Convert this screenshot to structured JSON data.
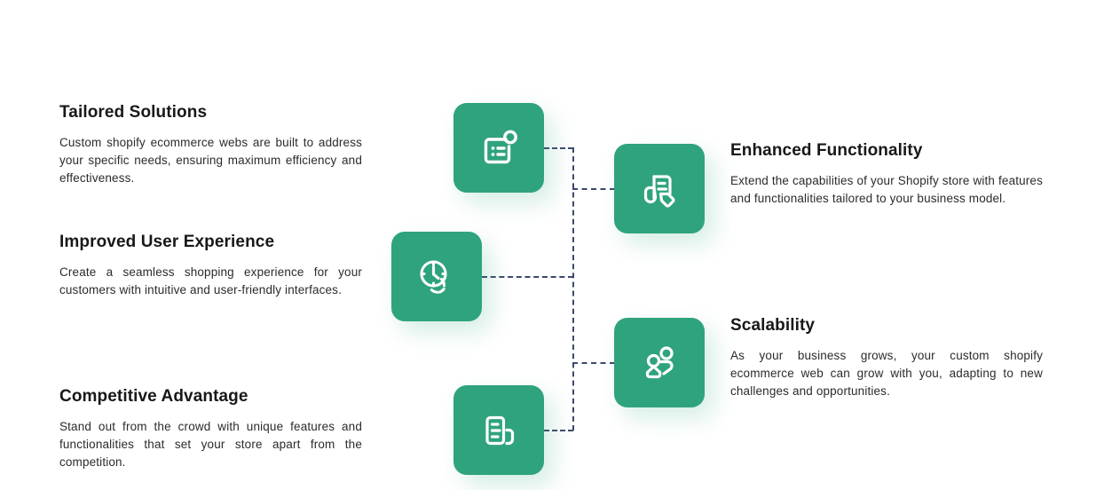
{
  "theme": {
    "tile_color": "#2fa37e",
    "connector_color": "#3c4a6b",
    "heading_color": "#18181a",
    "body_color": "#2b2b2d",
    "background": "#ffffff"
  },
  "left_column": [
    {
      "id": "tailored-solutions",
      "title": "Tailored Solutions",
      "body": "Custom shopify ecommerce webs are built to address your specific needs, ensuring maximum efficiency and effectiveness.",
      "icon": "checklist-document-icon"
    },
    {
      "id": "improved-user-experience",
      "title": "Improved User Experience",
      "body": "Create a seamless shopping experience for your customers with intuitive and user-friendly interfaces.",
      "icon": "clock-icon"
    },
    {
      "id": "competitive-advantage",
      "title": "Competitive Advantage",
      "body": "Stand out from the crowd with unique features and functionalities that set your store apart from the competition.",
      "icon": "document-lines-icon"
    }
  ],
  "right_column": [
    {
      "id": "enhanced-functionality",
      "title": "Enhanced Functionality",
      "body": "Extend the capabilities of your Shopify store with features and functionalities tailored to your business model.",
      "icon": "document-tag-icon"
    },
    {
      "id": "scalability",
      "title": "Scalability",
      "body": "As your business grows, your custom shopify ecommerce web can grow with you, adapting to new challenges and opportunities.",
      "icon": "people-group-icon"
    }
  ]
}
